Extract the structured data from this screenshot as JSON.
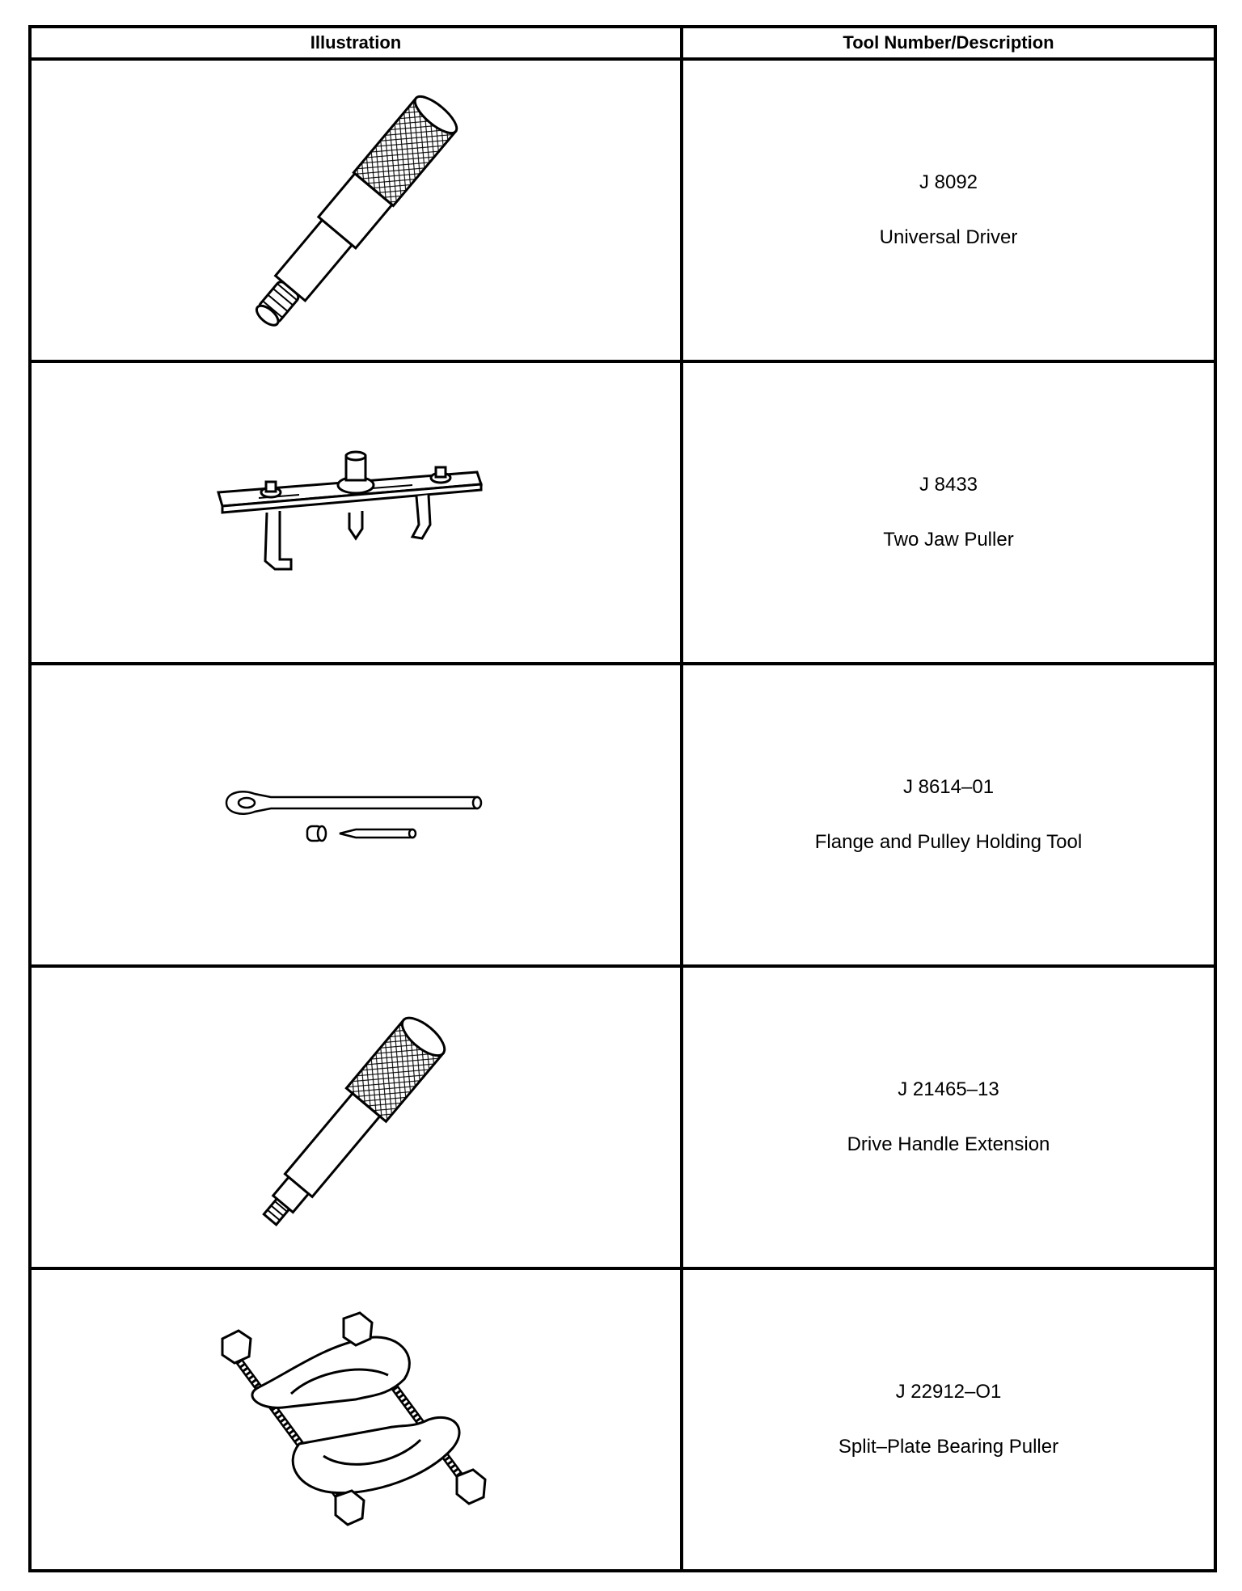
{
  "table": {
    "headers": {
      "illustration": "Illustration",
      "tool": "Tool Number/Description"
    },
    "rows": [
      {
        "tool_number": "J 8092",
        "description": "Universal Driver",
        "icon": "universal-driver-icon"
      },
      {
        "tool_number": "J 8433",
        "description": "Two Jaw Puller",
        "icon": "two-jaw-puller-icon"
      },
      {
        "tool_number": "J 8614–01",
        "description": "Flange and Pulley Holding Tool",
        "icon": "flange-holding-tool-icon"
      },
      {
        "tool_number": "J 21465–13",
        "description": "Drive Handle Extension",
        "icon": "drive-handle-extension-icon"
      },
      {
        "tool_number": "J 22912–O1",
        "description": "Split–Plate Bearing Puller",
        "icon": "split-plate-bearing-puller-icon"
      }
    ]
  }
}
